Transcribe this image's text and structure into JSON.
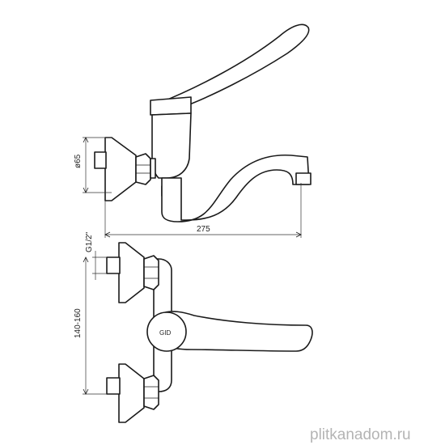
{
  "dimensions": {
    "diameter": "ø65",
    "length": "275",
    "thread": "G1/2\"",
    "spacing": "140-160"
  },
  "logo_text": "GID",
  "watermark": "plitkanadom.ru"
}
